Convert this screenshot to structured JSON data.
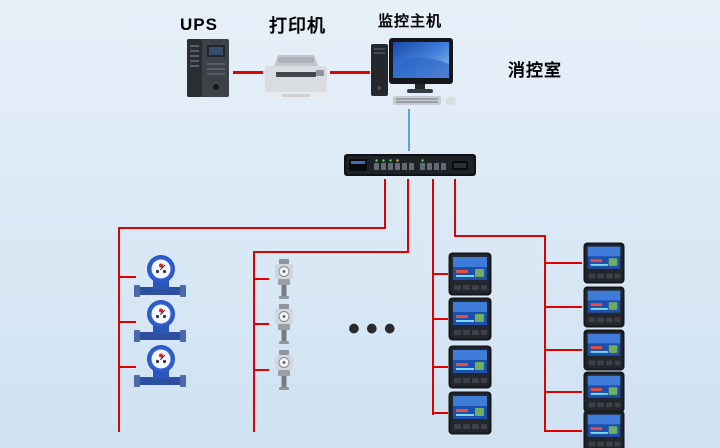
{
  "labels": {
    "ups": "UPS",
    "printer": "打印机",
    "host": "监控主机",
    "control_room": "消控室",
    "ellipsis": "•••"
  },
  "colors": {
    "line_red": "#e10000",
    "link_blue": "#5f9fdc",
    "bg_top": "#e7f0f9",
    "bg_bottom": "#cfe2f2"
  },
  "icons": {
    "ups": "ups-tower-icon",
    "printer": "printer-icon",
    "host": "monitoring-computer-icon",
    "switch": "network-switch-icon",
    "water_meter": "water-meter-icon",
    "sensor": "flow-sensor-icon",
    "power_meter": "power-meter-icon"
  },
  "counts": {
    "water_meters": 3,
    "sensors": 3,
    "power_meters_left_column": 4,
    "power_meters_right_column": 5
  }
}
